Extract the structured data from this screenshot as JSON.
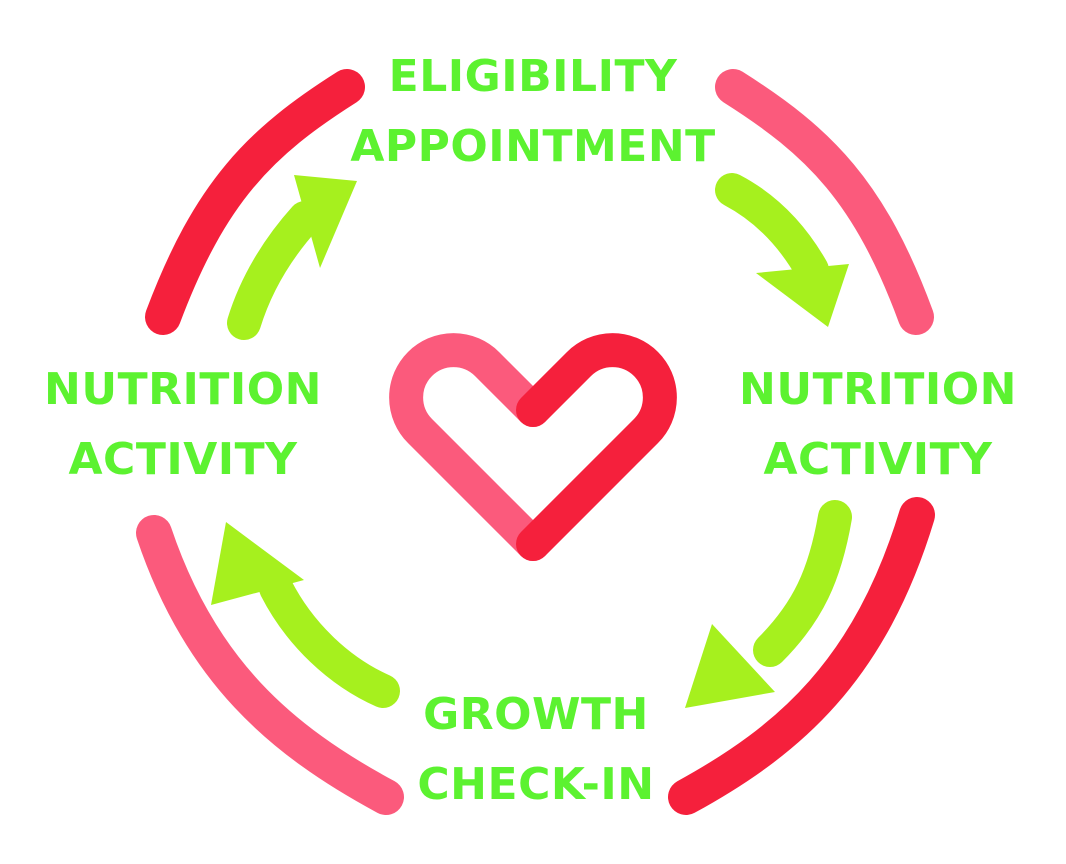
{
  "colors": {
    "label": "#5cf230",
    "arrow": "#a6f01e",
    "ring_red": "#f5203c",
    "ring_pink": "#fb5a7c",
    "heart_left": "#fb5a7c",
    "heart_right": "#f5203c"
  },
  "stages": {
    "top": {
      "line1": "ELIGIBILITY",
      "line2": "APPOINTMENT"
    },
    "right": {
      "line1": "NUTRITION",
      "line2": "ACTIVITY"
    },
    "bottom": {
      "line1": "GROWTH",
      "line2": "CHECK-IN"
    },
    "left": {
      "line1": "NUTRITION",
      "line2": "ACTIVITY"
    }
  },
  "center_icon": "heart-icon",
  "flow_direction": "clockwise"
}
